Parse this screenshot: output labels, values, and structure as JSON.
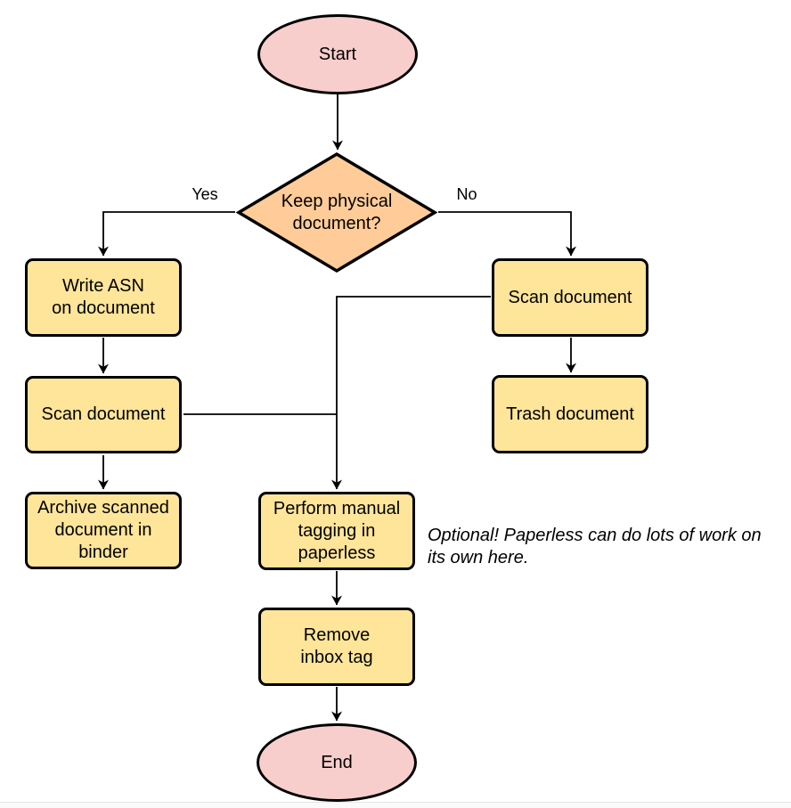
{
  "diagram": {
    "type": "flowchart",
    "colors": {
      "terminator_fill": "#F8CECC",
      "decision_fill": "#FFCC99",
      "process_fill": "#FFE599",
      "stroke": "#000000",
      "background": "#FFFFFF"
    },
    "nodes": {
      "start": {
        "shape": "terminator",
        "label": "Start"
      },
      "decision": {
        "shape": "decision",
        "label": "Keep physical\ndocument?"
      },
      "write_asn": {
        "shape": "process",
        "label": "Write ASN\non document"
      },
      "scan_left": {
        "shape": "process",
        "label": "Scan document"
      },
      "archive": {
        "shape": "process",
        "label": "Archive scanned\ndocument in\nbinder"
      },
      "scan_right": {
        "shape": "process",
        "label": "Scan document"
      },
      "trash": {
        "shape": "process",
        "label": "Trash document"
      },
      "tagging": {
        "shape": "process",
        "label": "Perform manual\ntagging in\npaperless"
      },
      "remove_inbox": {
        "shape": "process",
        "label": "Remove\ninbox tag"
      },
      "end": {
        "shape": "terminator",
        "label": "End"
      }
    },
    "edges": [
      {
        "from": "start",
        "to": "decision",
        "label": ""
      },
      {
        "from": "decision",
        "to": "write_asn",
        "label": "Yes"
      },
      {
        "from": "decision",
        "to": "scan_right",
        "label": "No"
      },
      {
        "from": "write_asn",
        "to": "scan_left",
        "label": ""
      },
      {
        "from": "scan_left",
        "to": "archive",
        "label": ""
      },
      {
        "from": "scan_right",
        "to": "trash",
        "label": ""
      },
      {
        "from": "scan_right",
        "to": "tagging",
        "label": ""
      },
      {
        "from": "scan_left",
        "to": "tagging",
        "label": ""
      },
      {
        "from": "tagging",
        "to": "remove_inbox",
        "label": ""
      },
      {
        "from": "remove_inbox",
        "to": "end",
        "label": ""
      }
    ],
    "note": "Optional! Paperless can do lots of work on\nits own here."
  }
}
